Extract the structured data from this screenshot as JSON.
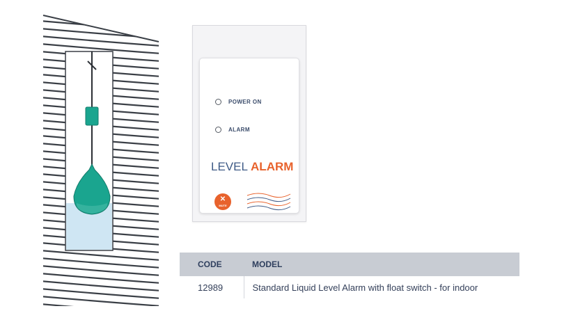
{
  "device": {
    "power_label": "POWER ON",
    "alarm_label": "ALARM",
    "title_part1": "LEVEL",
    "title_part2": "ALARM",
    "mute_label": "MUTE",
    "mute_icon": "speaker-muted-icon",
    "waves_icon": "water-waves-icon"
  },
  "table": {
    "headers": [
      "CODE",
      "MODEL"
    ],
    "rows": [
      [
        "12989",
        "Standard Liquid Level Alarm with float switch - for indoor"
      ]
    ]
  },
  "colors": {
    "accent_orange": "#e8622c",
    "text_navy": "#3e5a86",
    "float_teal": "#1aa58f",
    "header_gray": "#c8ccd3",
    "water_blue": "#cfe6f3"
  }
}
